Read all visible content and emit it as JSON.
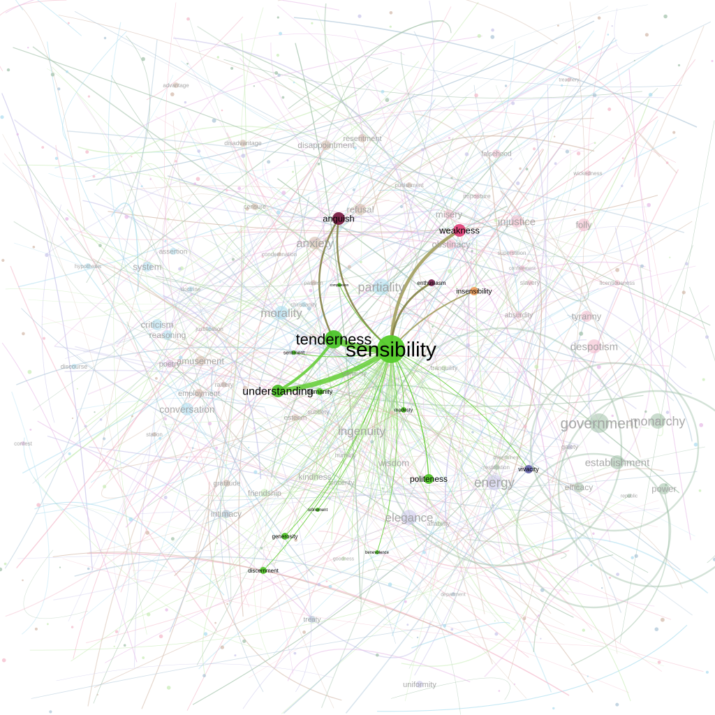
{
  "title": "",
  "colors": {
    "sensibility": "#55cc2b",
    "tenderness": "#4cc42a",
    "understanding": "#4fbf2a",
    "anguish": "#7a1f45",
    "weakness": "#e0447a",
    "enthusiasm": "#7a2a55",
    "insensibility": "#f0a060",
    "vivacity": "#6a6ab0",
    "politeness": "#52c42a",
    "edge_olive": "#7b7a3a",
    "edge_green": "#5fcc30",
    "bg_pink": "#f3b6c8",
    "bg_blue": "#a9dcef",
    "bg_sage": "#9ebfa6",
    "bg_tan": "#d2b7a6",
    "bg_lilac": "#c7c3ea",
    "bg_lightgreen": "#c6ebb4"
  },
  "nodes": [
    {
      "id": "sensibility",
      "label": "sensibility",
      "group": "focus",
      "color": "#55cc2b"
    },
    {
      "id": "tenderness",
      "label": "tenderness",
      "group": "hl",
      "color": "#4cc42a"
    },
    {
      "id": "understanding",
      "label": "understanding",
      "group": "hl",
      "color": "#4fbf2a"
    },
    {
      "id": "anguish",
      "label": "anguish",
      "group": "hl",
      "color": "#7a1f45"
    },
    {
      "id": "weakness",
      "label": "weakness",
      "group": "hl",
      "color": "#e0447a"
    },
    {
      "id": "enthusiasm",
      "label": "enthusiasm",
      "group": "hl",
      "color": "#7a2a55"
    },
    {
      "id": "insensibility",
      "label": "insensibility",
      "group": "hl",
      "color": "#f0a060"
    },
    {
      "id": "politeness",
      "label": "politeness",
      "group": "hl",
      "color": "#52c42a"
    },
    {
      "id": "vivacity",
      "label": "vivacity",
      "group": "hl",
      "color": "#6a6ab0"
    },
    {
      "id": "humanity",
      "label": "humanity",
      "group": "hl",
      "color": "#52c42a"
    },
    {
      "id": "sentiment",
      "label": "sentiment",
      "group": "hl",
      "color": "#4cc42a"
    },
    {
      "id": "modesty",
      "label": "modesty",
      "group": "hl",
      "color": "#52c42a"
    },
    {
      "id": "generosity",
      "label": "generosity",
      "group": "hl",
      "color": "#52c42a"
    },
    {
      "id": "discernment",
      "label": "discernment",
      "group": "hl",
      "color": "#52c42a"
    },
    {
      "id": "benevolence",
      "label": "benevolence",
      "group": "hl",
      "color": "#52c42a"
    },
    {
      "id": "refinement",
      "label": "refinement",
      "group": "hl",
      "color": "#52c42a"
    },
    {
      "id": "compassion",
      "label": "compassion",
      "group": "hl",
      "color": "#52c42a"
    },
    {
      "id": "government",
      "label": "government",
      "group": "bg",
      "color": "#9ebfa6"
    },
    {
      "id": "monarchy",
      "label": "monarchy",
      "group": "bg",
      "color": "#9ebfa6"
    },
    {
      "id": "establishment",
      "label": "establishment",
      "group": "bg",
      "color": "#9ebfa6"
    },
    {
      "id": "power",
      "label": "power",
      "group": "bg",
      "color": "#9ebfa6"
    },
    {
      "id": "efficacy",
      "label": "efficacy",
      "group": "bg",
      "color": "#9ebfa6"
    },
    {
      "id": "energy",
      "label": "energy",
      "group": "bg",
      "color": "#c7c3ea"
    },
    {
      "id": "elegance",
      "label": "elegance",
      "group": "bg",
      "color": "#c7c3ea"
    },
    {
      "id": "ingenuity",
      "label": "ingenuity",
      "group": "bg",
      "color": "#c6ebb4"
    },
    {
      "id": "wisdom",
      "label": "wisdom",
      "group": "bg",
      "color": "#c6ebb4"
    },
    {
      "id": "kindness",
      "label": "kindness",
      "group": "bg",
      "color": "#c6ebb4"
    },
    {
      "id": "friendship",
      "label": "friendship",
      "group": "bg",
      "color": "#c6ebb4"
    },
    {
      "id": "sincerity",
      "label": "sincerity",
      "group": "bg",
      "color": "#c6ebb4"
    },
    {
      "id": "humility",
      "label": "humility",
      "group": "bg",
      "color": "#c6ebb4"
    },
    {
      "id": "affability",
      "label": "affability",
      "group": "bg",
      "color": "#c6ebb4"
    },
    {
      "id": "partiality",
      "label": "partiality",
      "group": "bg",
      "color": "#a9dcef"
    },
    {
      "id": "morality",
      "label": "morality",
      "group": "bg",
      "color": "#a9dcef"
    },
    {
      "id": "anxiety",
      "label": "anxiety",
      "group": "bg",
      "color": "#d2b7a6"
    },
    {
      "id": "refusal",
      "label": "refusal",
      "group": "bg",
      "color": "#d2b7a6"
    },
    {
      "id": "misery",
      "label": "misery",
      "group": "bg",
      "color": "#f3b6c8"
    },
    {
      "id": "obstinacy",
      "label": "obstinacy",
      "group": "bg",
      "color": "#f3b6c8"
    },
    {
      "id": "injustice",
      "label": "injustice",
      "group": "bg",
      "color": "#f3b6c8"
    },
    {
      "id": "folly",
      "label": "folly",
      "group": "bg",
      "color": "#f3b6c8"
    },
    {
      "id": "falsehood",
      "label": "falsehood",
      "group": "bg",
      "color": "#f3b6c8"
    },
    {
      "id": "tyranny",
      "label": "tyranny",
      "group": "bg",
      "color": "#f3b6c8"
    },
    {
      "id": "despotism",
      "label": "despotism",
      "group": "bg",
      "color": "#f3b6c8"
    },
    {
      "id": "absurdity",
      "label": "absurdity",
      "group": "bg",
      "color": "#f3b6c8"
    },
    {
      "id": "slavery",
      "label": "slavery",
      "group": "bg",
      "color": "#f3b6c8"
    },
    {
      "id": "imposture",
      "label": "imposture",
      "group": "bg",
      "color": "#f3b6c8"
    },
    {
      "id": "superstition",
      "label": "superstition",
      "group": "bg",
      "color": "#f3b6c8"
    },
    {
      "id": "confinement",
      "label": "confinement",
      "group": "bg",
      "color": "#f3b6c8"
    },
    {
      "id": "licentiousness",
      "label": "licentiousness",
      "group": "bg",
      "color": "#f3b6c8"
    },
    {
      "id": "wickedness",
      "label": "wickedness",
      "group": "bg",
      "color": "#f3b6c8"
    },
    {
      "id": "treachery",
      "label": "treachery",
      "group": "bg",
      "color": "#f3b6c8"
    },
    {
      "id": "disappointment",
      "label": "disappointment",
      "group": "bg",
      "color": "#d2b7a6"
    },
    {
      "id": "resentment",
      "label": "resentment",
      "group": "bg",
      "color": "#d2b7a6"
    },
    {
      "id": "disadvantage",
      "label": "disadvantage",
      "group": "bg",
      "color": "#d2b7a6"
    },
    {
      "id": "advantage",
      "label": "advantage",
      "group": "bg",
      "color": "#d2b7a6"
    },
    {
      "id": "punishment",
      "label": "punishment",
      "group": "bg",
      "color": "#d2b7a6"
    },
    {
      "id": "censure",
      "label": "censure",
      "group": "bg",
      "color": "#d2b7a6"
    },
    {
      "id": "system",
      "label": "system",
      "group": "bg",
      "color": "#a9dcef"
    },
    {
      "id": "assertion",
      "label": "assertion",
      "group": "bg",
      "color": "#a9dcef"
    },
    {
      "id": "hypothesis",
      "label": "hypothesis",
      "group": "bg",
      "color": "#a9dcef"
    },
    {
      "id": "criticism",
      "label": "criticism",
      "group": "bg",
      "color": "#a9dcef"
    },
    {
      "id": "reasoning",
      "label": "reasoning",
      "group": "bg",
      "color": "#a9dcef"
    },
    {
      "id": "poetry",
      "label": "poetry",
      "group": "bg",
      "color": "#e6b8e6"
    },
    {
      "id": "amusement",
      "label": "amusement",
      "group": "bg",
      "color": "#d2b7a6"
    },
    {
      "id": "discourse",
      "label": "discourse",
      "group": "bg",
      "color": "#a9dcef"
    },
    {
      "id": "conversation",
      "label": "conversation",
      "group": "bg",
      "color": "#a9dcef"
    },
    {
      "id": "employment",
      "label": "employment",
      "group": "bg",
      "color": "#d2b7a6"
    },
    {
      "id": "raillery",
      "label": "raillery",
      "group": "bg",
      "color": "#d2b7a6"
    },
    {
      "id": "esteem",
      "label": "esteem",
      "group": "bg",
      "color": "#d2b7a6"
    },
    {
      "id": "gratitude",
      "label": "gratitude",
      "group": "bg",
      "color": "#d2b7a6"
    },
    {
      "id": "intimacy",
      "label": "intimacy",
      "group": "bg",
      "color": "#a9c3d6"
    },
    {
      "id": "tranquility",
      "label": "tranquility",
      "group": "bg",
      "color": "#c6ebb4"
    },
    {
      "id": "gaiety",
      "label": "gaiety",
      "group": "bg",
      "color": "#c7c3ea"
    },
    {
      "id": "restoration",
      "label": "restoration",
      "group": "bg",
      "color": "#9ebfa6"
    },
    {
      "id": "cheerfulness",
      "label": "cheerfulness",
      "group": "bg",
      "color": "#c6ebb4"
    },
    {
      "id": "uniformity",
      "label": "uniformity",
      "group": "bg",
      "color": "#c7c3ea"
    },
    {
      "id": "contest",
      "label": "contest",
      "group": "bg",
      "color": "#e6b8e6"
    },
    {
      "id": "treaty",
      "label": "treaty",
      "group": "bg",
      "color": "#a9c3d6"
    },
    {
      "id": "station",
      "label": "station",
      "group": "bg",
      "color": "#d2b7a6"
    },
    {
      "id": "christianity",
      "label": "christianity",
      "group": "bg",
      "color": "#a9dcef"
    },
    {
      "id": "doctrine",
      "label": "doctrine",
      "group": "bg",
      "color": "#a9dcef"
    },
    {
      "id": "justification",
      "label": "justification",
      "group": "bg",
      "color": "#a9dcef"
    },
    {
      "id": "condemnation",
      "label": "condemnation",
      "group": "bg",
      "color": "#d2b7a6"
    },
    {
      "id": "passion",
      "label": "passion",
      "group": "bg",
      "color": "#d2b7a6"
    },
    {
      "id": "certainty",
      "label": "certainty",
      "group": "bg",
      "color": "#c6ebb4"
    },
    {
      "id": "subtlety",
      "label": "subtlety",
      "group": "bg",
      "color": "#c6ebb4"
    },
    {
      "id": "department",
      "label": "department",
      "group": "bg",
      "color": "#a9c3d6"
    },
    {
      "id": "goodness",
      "label": "goodness",
      "group": "bg",
      "color": "#c6ebb4"
    },
    {
      "id": "republic",
      "label": "republic",
      "group": "bg",
      "color": "#9ebfa6"
    }
  ],
  "edges": [
    {
      "from": "tenderness",
      "to": "sensibility",
      "weight": 9,
      "color": "#5fcc30"
    },
    {
      "from": "understanding",
      "to": "sensibility",
      "weight": 7,
      "color": "#5fcc30"
    },
    {
      "from": "understanding",
      "to": "tenderness",
      "weight": 4,
      "color": "#5fcc30"
    },
    {
      "from": "anguish",
      "to": "sensibility",
      "weight": 2.5,
      "color": "#7b7a3a"
    },
    {
      "from": "anguish",
      "to": "tenderness",
      "weight": 2.5,
      "color": "#7b7a3a"
    },
    {
      "from": "weakness",
      "to": "sensibility",
      "weight": 4.5,
      "color": "#9e9a55"
    },
    {
      "from": "enthusiasm",
      "to": "sensibility",
      "weight": 3,
      "color": "#7b7a3a"
    },
    {
      "from": "insensibility",
      "to": "sensibility",
      "weight": 2,
      "color": "#9e9a55"
    },
    {
      "from": "humanity",
      "to": "sensibility",
      "weight": 1.5,
      "color": "#5fcc30"
    },
    {
      "from": "politeness",
      "to": "sensibility",
      "weight": 1.5,
      "color": "#5fcc30"
    },
    {
      "from": "modesty",
      "to": "sensibility",
      "weight": 1,
      "color": "#5fcc30"
    },
    {
      "from": "generosity",
      "to": "sensibility",
      "weight": 1,
      "color": "#5fcc30"
    },
    {
      "from": "discernment",
      "to": "sensibility",
      "weight": 1,
      "color": "#5fcc30"
    },
    {
      "from": "benevolence",
      "to": "sensibility",
      "weight": 1,
      "color": "#5fcc30"
    },
    {
      "from": "refinement",
      "to": "sensibility",
      "weight": 1,
      "color": "#5fcc30"
    },
    {
      "from": "vivacity",
      "to": "sensibility",
      "weight": 1,
      "color": "#5fcc30"
    },
    {
      "from": "sentiment",
      "to": "sensibility",
      "weight": 1,
      "color": "#5fcc30"
    },
    {
      "from": "compassion",
      "to": "sensibility",
      "weight": 1,
      "color": "#5fcc30"
    }
  ]
}
